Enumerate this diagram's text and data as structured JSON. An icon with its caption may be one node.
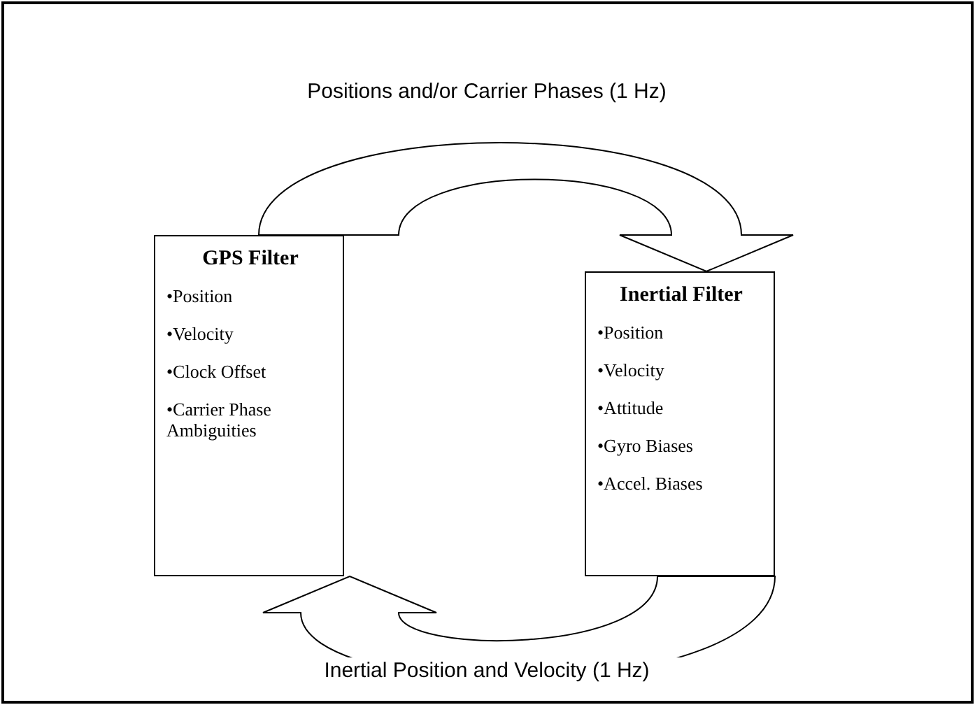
{
  "diagram": {
    "nodes": [
      {
        "text": [
          "GPS Filter",
          "•Position",
          "•Velocity",
          "•Clock Offset",
          "•Carrier Phase Ambiguities"
        ]
      },
      {
        "text": [
          "Inertial Filter",
          "•Position",
          "•Velocity",
          "•Attitude",
          "•Gyro Biases",
          "•Accel. Biases"
        ]
      }
    ],
    "edges": [
      {
        "from": 0,
        "to": 1,
        "arrow": "to",
        "label": "Positions and/or Carrier Phases (1 Hz)"
      },
      {
        "from": 1,
        "to": 0,
        "arrow": "to",
        "label": "Inertial Position and Velocity (1 Hz)"
      }
    ]
  }
}
